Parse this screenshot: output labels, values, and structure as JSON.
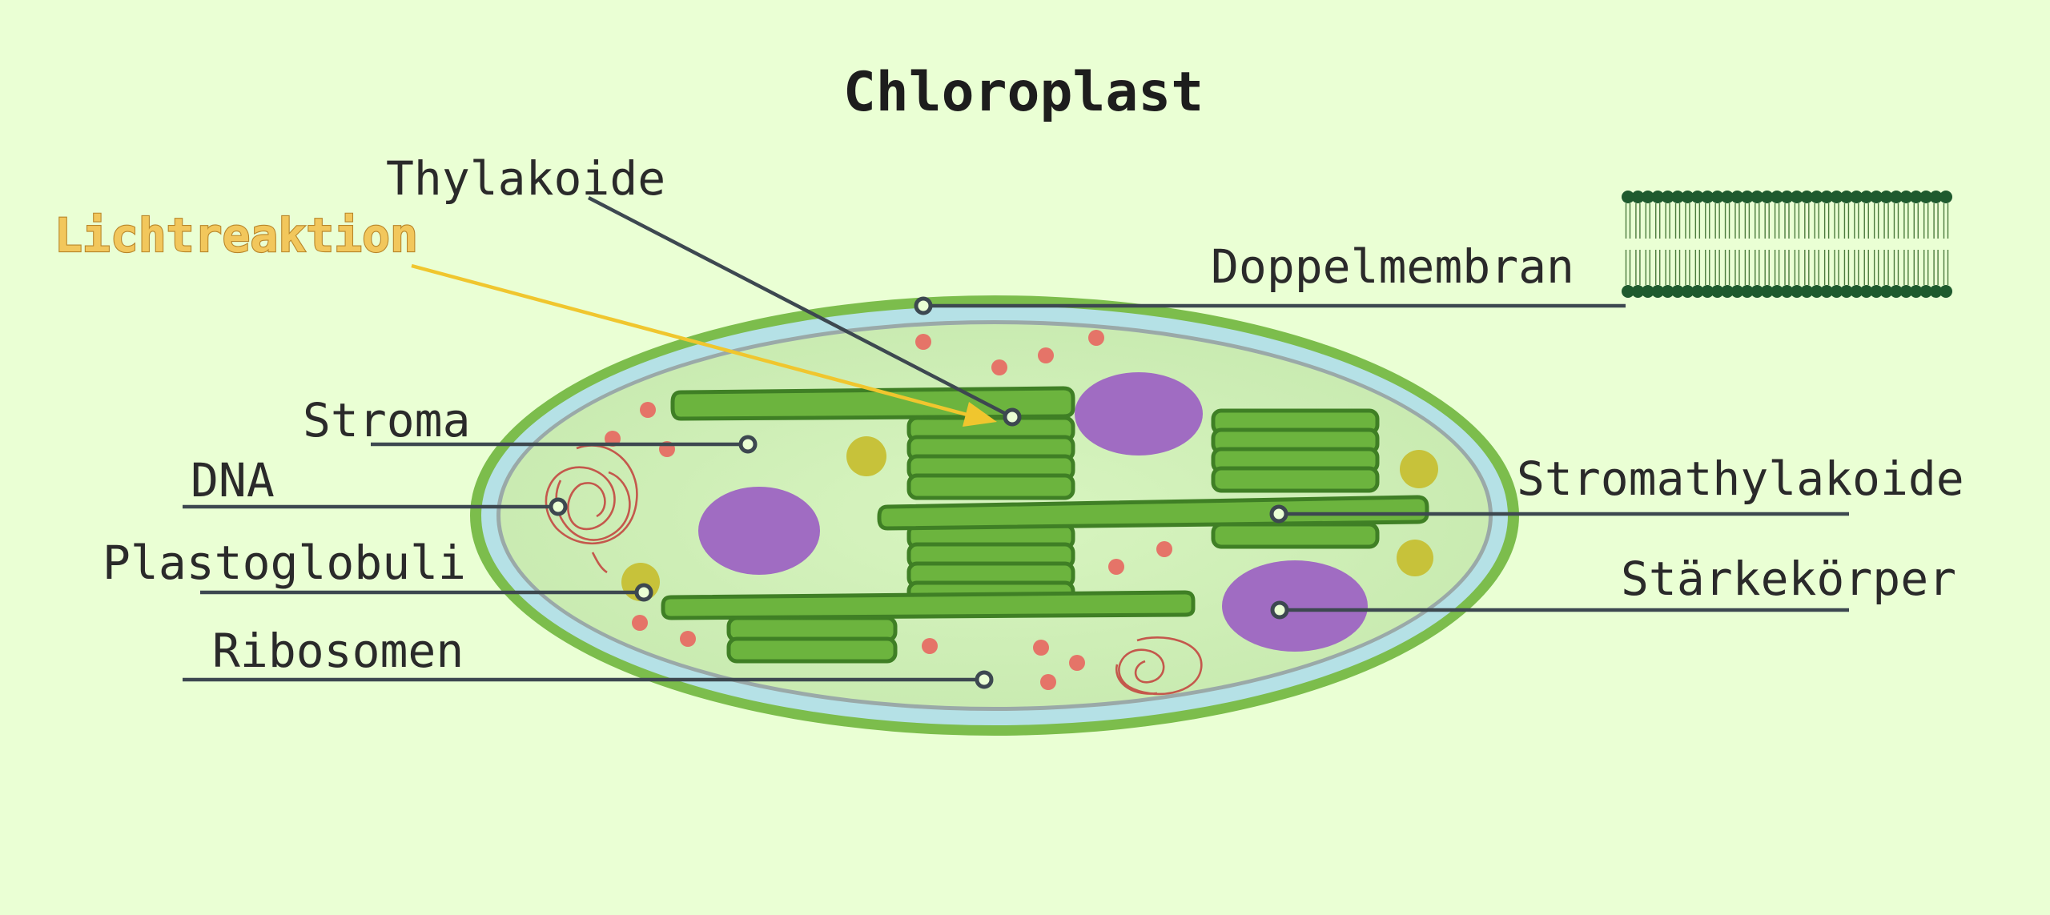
{
  "title": "Chloroplast",
  "highlight_label": "Lichtreaktion",
  "labels": {
    "thylakoide": "Thylakoide",
    "doppelmembran": "Doppelmembran",
    "stroma": "Stroma",
    "dna": "DNA",
    "plastoglobuli": "Plastoglobuli",
    "ribosomen": "Ribosomen",
    "stromathylakoide": "Stromathylakoide",
    "staerkekoerper": "Stärkekörper"
  },
  "colors": {
    "background": "#eaffd4",
    "leader_lines": "#3d4850",
    "highlight_arrow": "#f0c62e",
    "thylakoid_green": "#6cb43e",
    "starch_purple": "#a06cc2",
    "plastoglobuli_yellow": "#c7c23a",
    "ribosome_red": "#e57468",
    "membrane_outer": "#6cb43e",
    "membrane_inner": "#a8d8e0"
  }
}
